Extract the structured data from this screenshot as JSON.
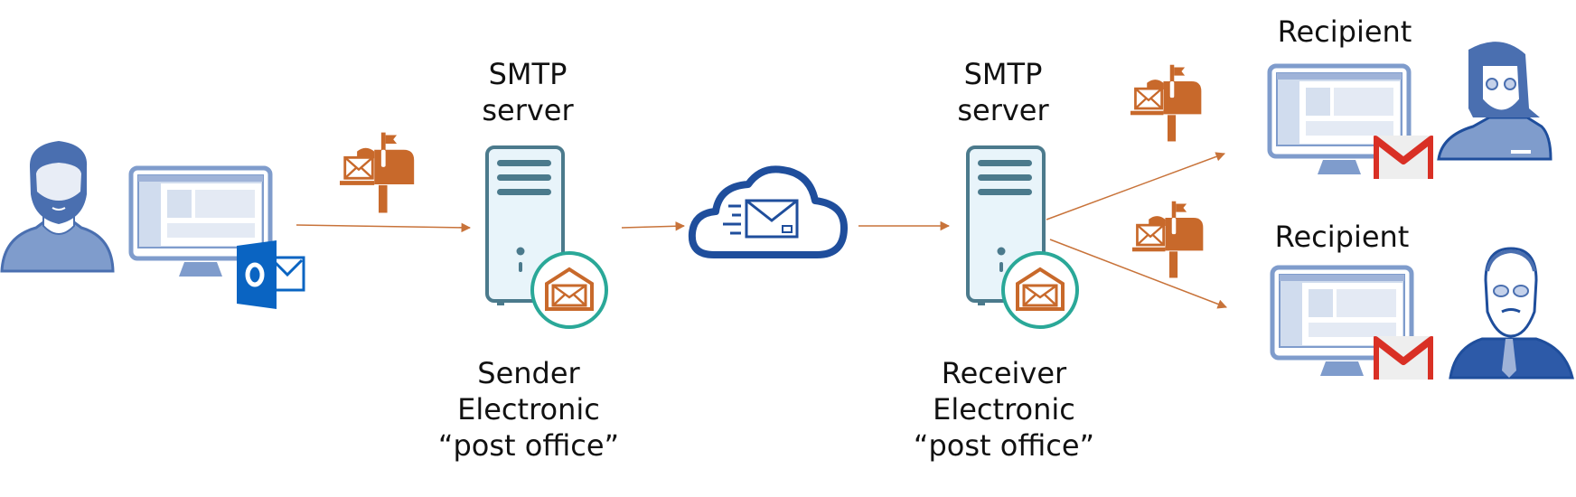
{
  "sender_smtp": {
    "lines": [
      "SMTP",
      "server"
    ]
  },
  "receiver_smtp": {
    "lines": [
      "SMTP",
      "server"
    ]
  },
  "sender_post_office": {
    "lines": [
      "Sender",
      "Electronic",
      "“post office”"
    ]
  },
  "receiver_post_office": {
    "lines": [
      "Receiver",
      "Electronic",
      "“post office”"
    ]
  },
  "recipients": [
    {
      "label": "Recipient"
    },
    {
      "label": "Recipient"
    }
  ],
  "icons": [
    "person-icon",
    "monitor-icon",
    "outlook-icon",
    "mailbox-icon",
    "server-icon",
    "post-office-icon",
    "cloud-mail-icon",
    "gmail-icon"
  ],
  "colors": {
    "person": "#4a6fb0",
    "monitor": "#7f9ccc",
    "arrow": "#c8733a",
    "mailbox": "#c8692b",
    "server": "#4b7a8c",
    "server_fill": "#e8f4fa",
    "post_office_ring": "#2aa898",
    "cloud": "#1f4e9c",
    "outlook": "#0a64c2",
    "gmail": "#d93025"
  }
}
